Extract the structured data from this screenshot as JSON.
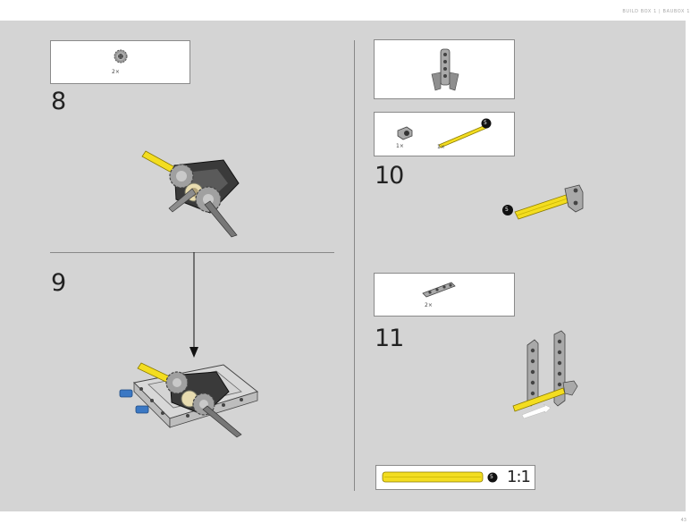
{
  "header": {
    "label": "BUILD BOX 1 | BAUBOX 1"
  },
  "page_number": "43",
  "steps": {
    "s8": {
      "number": "8",
      "parts_qty": "2×"
    },
    "s9": {
      "number": "9"
    },
    "s10": {
      "number": "10",
      "part1_qty": "1×",
      "part2_qty": "1×",
      "axle_len": "5"
    },
    "s11": {
      "number": "11",
      "parts_qty": "2×"
    }
  },
  "ruler": {
    "axle_len": "5",
    "scale": "1:1"
  },
  "colors": {
    "panel": "#d4d4d4",
    "axle_yellow": "#f3dd20",
    "pin_blue": "#3b78c4",
    "beam_grey": "#a9a9a9",
    "dark_grey": "#3a3a3a"
  }
}
